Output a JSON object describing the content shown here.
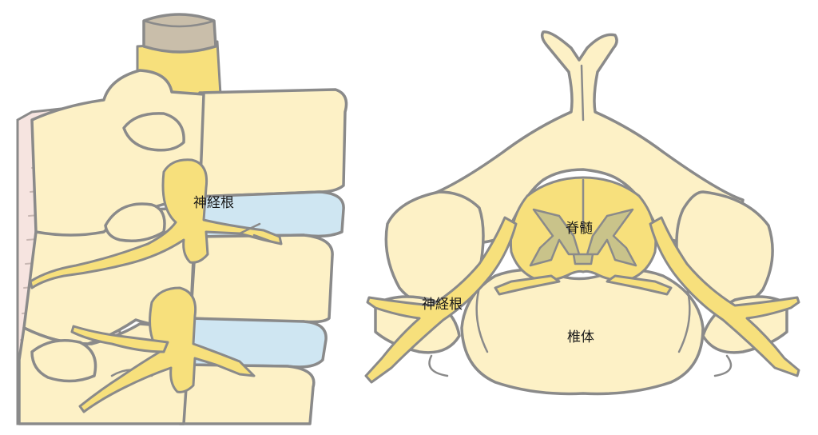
{
  "colors": {
    "bone": "#fdf1c6",
    "outline": "#8a8a8a",
    "nerve": "#f7e07c",
    "disc": "#cfe6f2",
    "cap": "#c9beaa",
    "gray_matter": "#c9c38a",
    "rib_background": "#f6e4e0",
    "rib_lines": "#c9b8b4"
  },
  "labels": {
    "side_nerve_root": "神経根",
    "top_spinal_cord": "脊髄",
    "top_nerve_root": "神経根",
    "top_vertebral_body": "椎体"
  }
}
